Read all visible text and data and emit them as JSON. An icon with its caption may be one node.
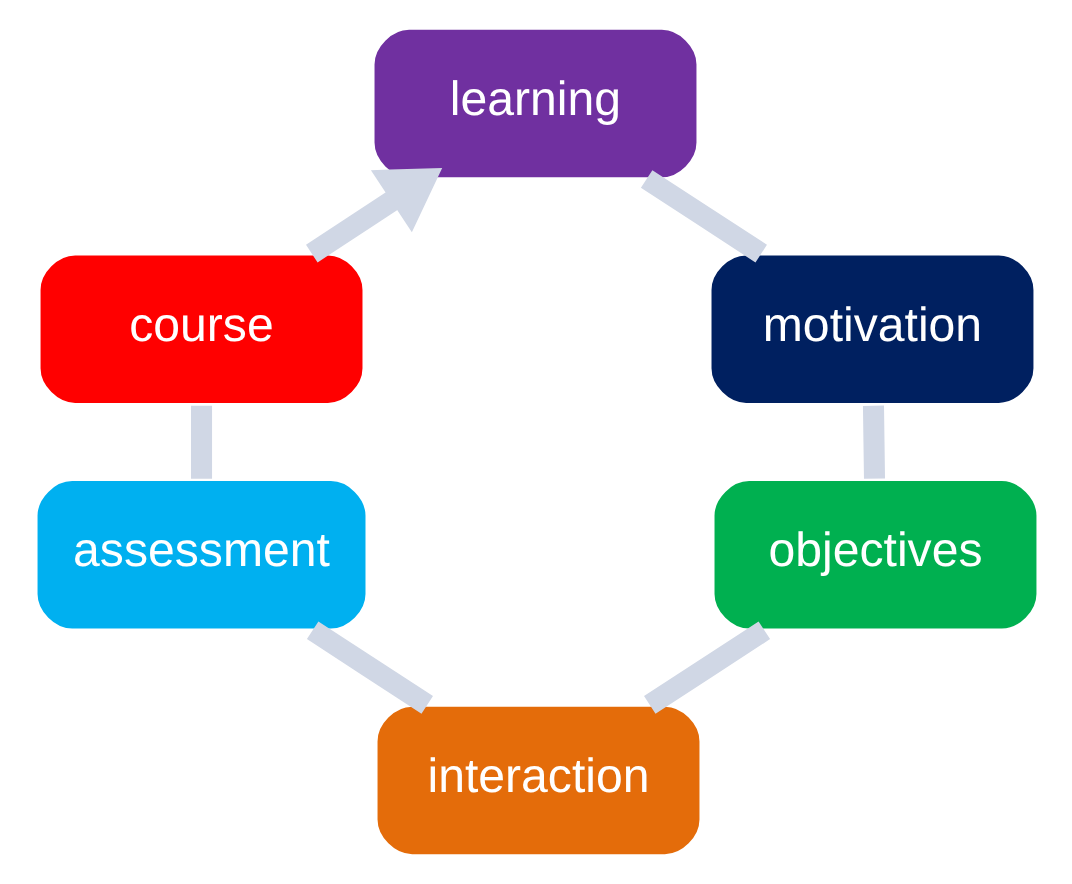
{
  "diagram": {
    "nodes": [
      {
        "text": [
          "learning"
        ]
      },
      {
        "text": [
          "motivation"
        ]
      },
      {
        "text": [
          "objectives"
        ]
      },
      {
        "text": [
          "interaction"
        ]
      },
      {
        "text": [
          "assessment"
        ]
      },
      {
        "text": [
          "course"
        ]
      }
    ],
    "edges": [
      {
        "from": 0,
        "to": 1,
        "arrow": "none"
      },
      {
        "from": 1,
        "to": 2,
        "arrow": "none"
      },
      {
        "from": 2,
        "to": 3,
        "arrow": "none"
      },
      {
        "from": 3,
        "to": 4,
        "arrow": "none"
      },
      {
        "from": 4,
        "to": 5,
        "arrow": "none"
      },
      {
        "from": 5,
        "to": 0,
        "arrow": "to"
      }
    ]
  }
}
